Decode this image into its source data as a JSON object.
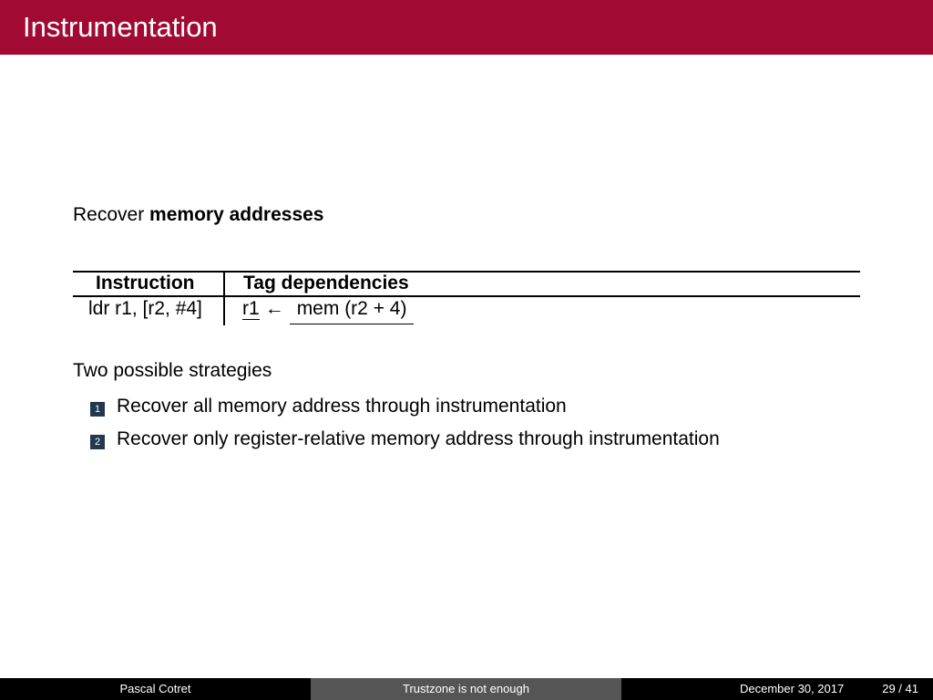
{
  "slide": {
    "title": "Instrumentation",
    "intro": {
      "prefix": "Recover",
      "emphasis": "memory addresses"
    },
    "table": {
      "headers": [
        "Instruction",
        "Tag dependencies"
      ],
      "row": {
        "instruction": "ldr r1, [r2, #4]",
        "dep_register": "r1",
        "dep_arrow": "←",
        "dep_source": "mem (r2 + 4)"
      }
    },
    "strategies_label": "Two possible strategies",
    "strategies": [
      {
        "number": "1",
        "text": "Recover all memory address through instrumentation"
      },
      {
        "number": "2",
        "text": "Recover only register-relative memory address through instrumentation"
      }
    ]
  },
  "footer": {
    "author": "Pascal Cotret",
    "talk_title": "Trustzone is not enough",
    "date": "December 30, 2017",
    "page": "29 / 41"
  },
  "colors": {
    "title_bar": "#a10b33",
    "enum_badge": "#23374f",
    "footer_dark": "#000000",
    "footer_mid": "#555555"
  }
}
